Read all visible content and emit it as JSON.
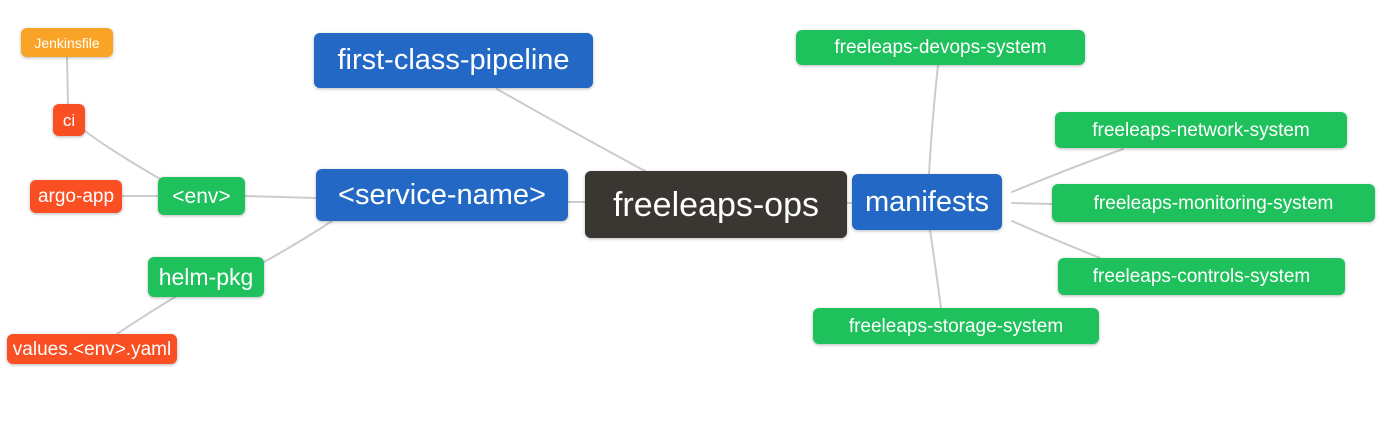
{
  "diagram": {
    "type": "mindmap",
    "title": "freeleaps-ops repository structure mind map",
    "root": {
      "label": "freeleaps-ops",
      "color": "#3a3631"
    },
    "nodes": {
      "freeleaps_ops": {
        "label": "freeleaps-ops",
        "color": "#3a3631"
      },
      "first_class_pipeline": {
        "label": "first-class-pipeline",
        "color": "#2268c4"
      },
      "service_name": {
        "label": "<service-name>",
        "color": "#2268c4"
      },
      "manifests": {
        "label": "manifests",
        "color": "#2268c4"
      },
      "env": {
        "label": "<env>",
        "color": "#1fc15c"
      },
      "helm_pkg": {
        "label": "helm-pkg",
        "color": "#1fc15c"
      },
      "argo_app": {
        "label": "argo-app",
        "color": "#fa4e23"
      },
      "ci": {
        "label": "ci",
        "color": "#fa4e23"
      },
      "values_env_yaml": {
        "label": "values.<env>.yaml",
        "color": "#fa4e23"
      },
      "jenkinsfile": {
        "label": "Jenkinsfile",
        "color": "#f9a426"
      },
      "devops_system": {
        "label": "freeleaps-devops-system",
        "color": "#1fc15c"
      },
      "network_system": {
        "label": "freeleaps-network-system",
        "color": "#1fc15c"
      },
      "monitoring_system": {
        "label": "freeleaps-monitoring-system",
        "color": "#1fc15c"
      },
      "controls_system": {
        "label": "freeleaps-controls-system",
        "color": "#1fc15c"
      },
      "storage_system": {
        "label": "freeleaps-storage-system",
        "color": "#1fc15c"
      }
    },
    "edges": [
      {
        "from": "jenkinsfile",
        "to": "ci"
      },
      {
        "from": "ci",
        "to": "env"
      },
      {
        "from": "argo_app",
        "to": "env"
      },
      {
        "from": "env",
        "to": "service_name"
      },
      {
        "from": "helm_pkg",
        "to": "service_name"
      },
      {
        "from": "values_env_yaml",
        "to": "helm_pkg"
      },
      {
        "from": "service_name",
        "to": "freeleaps_ops"
      },
      {
        "from": "first_class_pipeline",
        "to": "freeleaps_ops"
      },
      {
        "from": "freeleaps_ops",
        "to": "manifests"
      },
      {
        "from": "manifests",
        "to": "devops_system"
      },
      {
        "from": "manifests",
        "to": "network_system"
      },
      {
        "from": "manifests",
        "to": "monitoring_system"
      },
      {
        "from": "manifests",
        "to": "controls_system"
      },
      {
        "from": "manifests",
        "to": "storage_system"
      }
    ],
    "colors": {
      "edge": "#cccccc",
      "background": "#ffffff",
      "node_text": "#ffffff"
    }
  }
}
